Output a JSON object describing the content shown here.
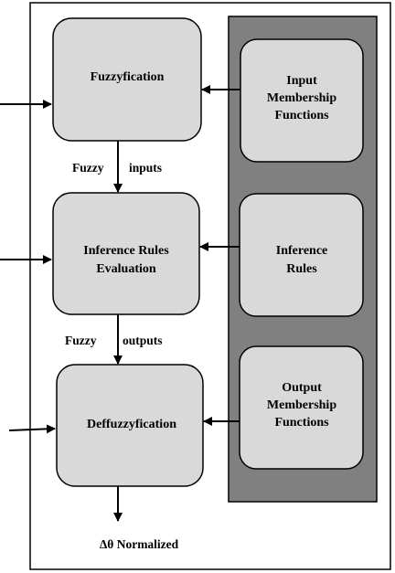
{
  "diagram": {
    "fuzzification": {
      "line1": "Fuzzyfication"
    },
    "inference": {
      "line1": "Inference Rules",
      "line2": "Evaluation"
    },
    "defuzzification": {
      "line1": "Deffuzzyfication"
    },
    "input_mf": {
      "line1": "Input",
      "line2": "Membership",
      "line3": "Functions"
    },
    "inference_rules": {
      "line1": "Inference",
      "line2": "Rules"
    },
    "output_mf": {
      "line1": "Output",
      "line2": "Membership",
      "line3": "Functions"
    },
    "labels": {
      "fuzzy_in_a": "Fuzzy",
      "fuzzy_in_b": "inputs",
      "fuzzy_out_a": "Fuzzy",
      "fuzzy_out_b": "outputs",
      "output": "Δθ Normalized"
    },
    "colors": {
      "box_fill": "#d9d9d9",
      "panel_fill": "#808080",
      "stroke": "#000000",
      "background": "#ffffff"
    }
  }
}
